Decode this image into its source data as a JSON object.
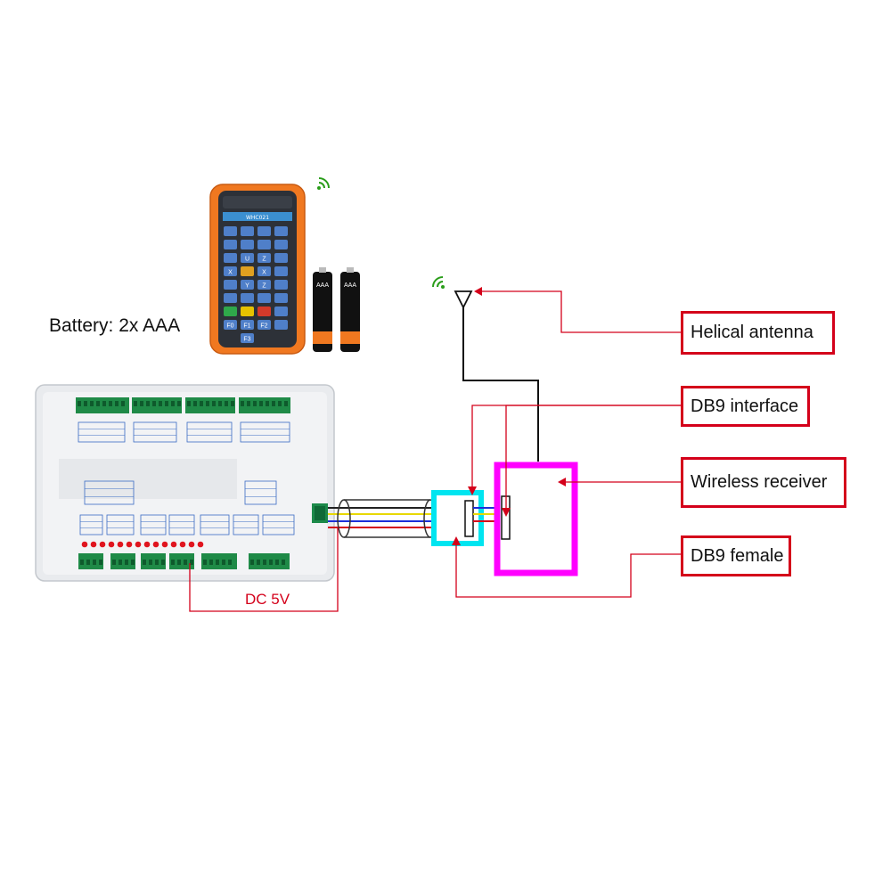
{
  "labels": {
    "battery": "Battery: 2x AAA",
    "dc_voltage": "DC 5V",
    "cell_marking": "AAA"
  },
  "callouts": [
    {
      "id": "helical-antenna",
      "text": "Helical antenna"
    },
    {
      "id": "db9-interface",
      "text": "DB9 interface"
    },
    {
      "id": "wireless-receiver",
      "text": "Wireless receiver"
    },
    {
      "id": "db9-female",
      "text": "DB9 female"
    }
  ],
  "remote": {
    "model": "WHC021",
    "keys": [
      [
        "",
        "",
        "",
        ""
      ],
      [
        "",
        "",
        "",
        ""
      ],
      [
        "",
        "U",
        "Z",
        ""
      ],
      [
        "X",
        "",
        "X",
        ""
      ],
      [
        "",
        "Y",
        "Z",
        ""
      ],
      [
        "",
        "",
        "",
        ""
      ],
      [
        "",
        "",
        "",
        ""
      ],
      [
        "F0",
        "F1",
        "F2",
        ""
      ],
      [
        "",
        "F3",
        "",
        ""
      ]
    ]
  },
  "colors": {
    "callout_border": "#d4001a",
    "receiver_box": "#ff00ff",
    "connector_box": "#00e5f0",
    "remote_body": "#f07820",
    "signal_icon": "#2a9d1a"
  }
}
